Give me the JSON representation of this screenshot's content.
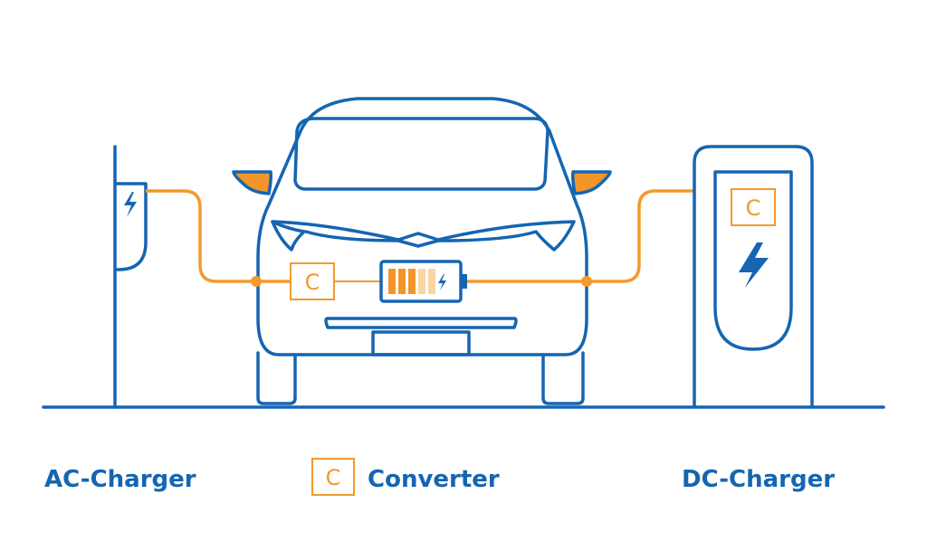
{
  "colors": {
    "line_blue": "#1565b2",
    "wire_orange": "#f29a2e",
    "fill_orange": "#f2952a",
    "battery_light": "#fbd5a3",
    "background": "#ffffff"
  },
  "icons": {
    "ac_charger": "lightning-bolt-icon",
    "dc_charger": "lightning-bolt-icon",
    "battery": "battery-icon",
    "converter": "converter-box-icon"
  },
  "converter_symbol": "C",
  "battery": {
    "segments_filled": 3,
    "segments_total": 5
  },
  "legend": {
    "ac_charger": "AC-Charger",
    "converter_symbol": "C",
    "converter": "Converter",
    "dc_charger": "DC-Charger"
  }
}
